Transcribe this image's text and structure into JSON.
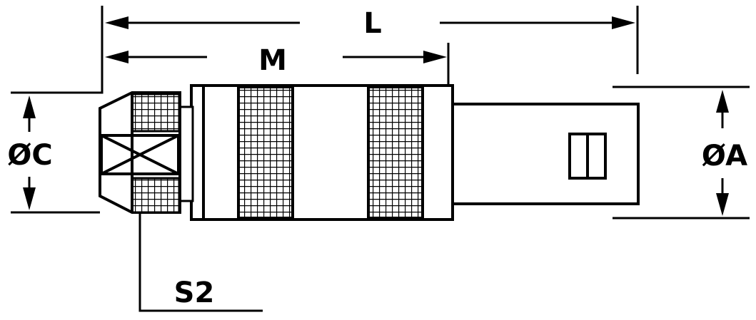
{
  "diagram": {
    "labels": {
      "L": "L",
      "M": "M",
      "C": "ØC",
      "A": "ØA",
      "S2": "S2"
    },
    "colors": {
      "ink": "#000000",
      "paper": "#ffffff"
    },
    "parts": [
      "hex-nut",
      "knurled-sleeve",
      "plain-sleeve",
      "cable-tail",
      "slot-marker"
    ]
  }
}
